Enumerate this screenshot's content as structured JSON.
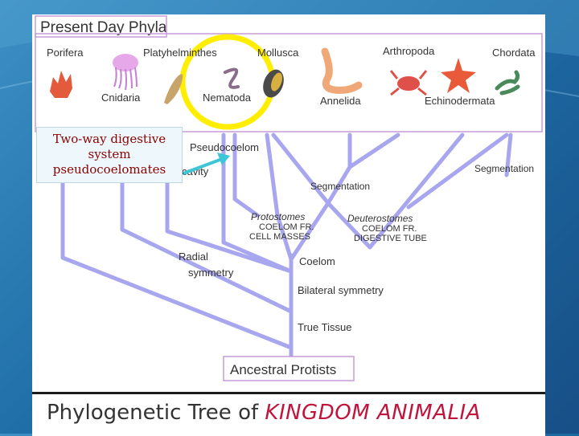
{
  "header": {
    "title": "Present Day Phyla"
  },
  "phyla": {
    "porifera": "Porifera",
    "cnidaria": "Cnidaria",
    "platyhelminthes": "Platyhelminthes",
    "nematoda": "Nematoda",
    "mollusca": "Mollusca",
    "annelida": "Annelida",
    "arthropoda": "Arthropoda",
    "echinodermata": "Echinodermata",
    "chordata": "Chordata"
  },
  "tree_labels": {
    "pseudocoelom": "Pseudocoelom",
    "cavity": "cavity",
    "segmentation_left": "Segmentation",
    "segmentation_right": "Segmentation",
    "protostomes": "Protostomes",
    "protostomes_detail_1": "COELOM FR.",
    "protostomes_detail_2": "CELL MASSES",
    "deuterostomes": "Deuterostomes",
    "deuterostomes_detail_1": "COELOM FR.",
    "deuterostomes_detail_2": "DIGESTIVE TUBE",
    "radial_1": "Radial",
    "radial_2": "symmetry",
    "coelom": "Coelom",
    "bilateral": "Bilateral symmetry",
    "true_tissue": "True Tissue",
    "ancestral": "Ancestral Protists"
  },
  "note": {
    "line1": "Two-way digestive",
    "line2": "system",
    "line3": "pseudocoelomates"
  },
  "footer": {
    "prefix": "Phylogenetic Tree of ",
    "kingdom": "KINGDOM ANIMALIA"
  },
  "colors": {
    "branch": "#a8a6ee",
    "box_border": "#c89bd8",
    "highlight_circle": "#ffee00",
    "arrow": "#3cc6d6",
    "note_text": "#8b0000"
  },
  "icons": [
    "sponge-icon",
    "jellyfish-icon",
    "flatworm-icon",
    "roundworm-icon",
    "snail-icon",
    "earthworm-icon",
    "crab-icon",
    "starfish-icon",
    "lizard-icon"
  ]
}
